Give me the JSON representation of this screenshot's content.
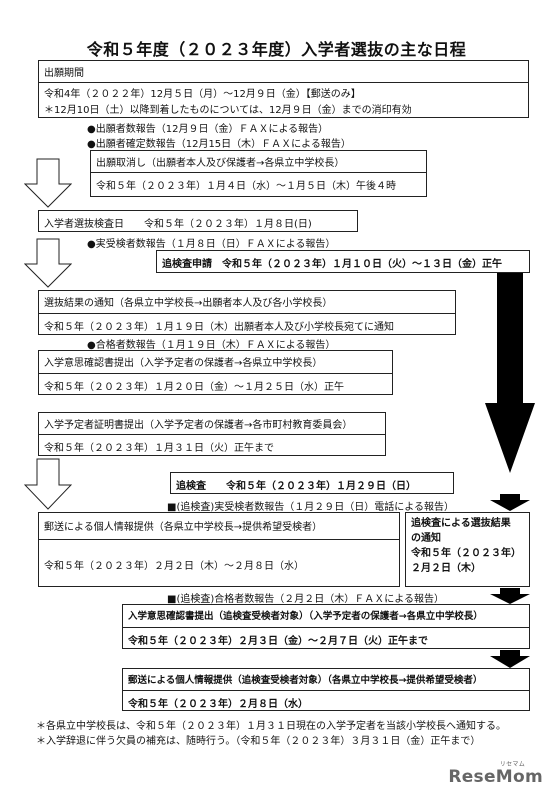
{
  "title": "令和５年度（２０２３年度）入学者選抜の主な日程",
  "application": {
    "label": "出願期間",
    "period": "令和4年（２０２２年）12月５日（月）～12月９日（金）【郵送のみ】",
    "note": "＊12月10日（土）以降到着したものについては、12月９日（金）までの消印有効"
  },
  "bullets": {
    "applicants_report": "●出願者数報告（12月９日（金）ＦＡＸによる報告）",
    "confirmed_report": "●出願者確定数報告（12月15日（木）ＦＡＸによる報告）",
    "examinees_report": "●実受検者数報告（１月８日（日）ＦＡＸによる報告）",
    "passers_report": "●合格者数報告（１月１９日（木）ＦＡＸによる報告）",
    "retest_examinees_report": "■(追検査)実受検者数報告（１月２９日（日）電話による報告）",
    "retest_passers_report": "■(追検査)合格者数報告（２月２日（木）ＦＡＸによる報告）"
  },
  "withdrawal": {
    "label": "出願取消し（出願者本人及び保護者→各県立中学校長）",
    "period": "令和５年（２０２３年）１月４日（水）～１月５日（木）午後４時"
  },
  "exam_day": {
    "text": "入学者選抜検査日　　令和５年（２０２３年）１月８日(日)"
  },
  "retest_application": {
    "text": "追検査申請　令和５年（２０２３年）１月１０日（火）～１３日（金）正午"
  },
  "results_notice": {
    "label": "選抜結果の通知（各県立中学校長→出願者本人及び各小学校長）",
    "detail": "令和５年（２０２３年）１月１９日（木）出願者本人及び小学校長宛てに通知"
  },
  "intent_confirm": {
    "label": "入学意思確認書提出（入学予定者の保護者→各県立中学校長）",
    "period": "令和５年（２０２３年）１月２０日（金）～１月２５日（水）正午"
  },
  "certificate": {
    "label": "入学予定者証明書提出（入学予定者の保護者→各市町村教育委員会）",
    "deadline": "令和５年（２０２３年）１月３１日（火）正午まで"
  },
  "retest_day": {
    "text": "追検査　　令和５年（２０２３年）１月２９日（日）"
  },
  "personal_info": {
    "label": "郵送による個人情報提供（各県立中学校長→提供希望受検者）",
    "period": "令和５年（２０２３年）２月２日（木）～２月８日（水）"
  },
  "retest_results": {
    "line1": "追検査による選抜結果",
    "line2": "の通知",
    "line3": "令和５年（２０２３年）",
    "line4": "２月２日（木）"
  },
  "retest_intent": {
    "label": "入学意思確認書提出（追検査受検者対象）（入学予定者の保護者→各県立中学校長）",
    "period": "令和５年（２０２３年）２月３日（金）～２月７日（火）正午まで"
  },
  "retest_personal_info": {
    "label": "郵送による個人情報提供（追検査受検者対象）（各県立中学校長→提供希望受検者）",
    "date": "令和５年（２０２３年）２月８日（水）"
  },
  "footnotes": [
    "＊各県立中学校長は、令和５年（２０２３年）１月３１日現在の入学予定者を当該小学校長へ通知する。",
    "＊入学辞退に伴う欠員の補充は、随時行う。（令和５年（２０２３年）３月３１日（金）正午まで）"
  ],
  "watermark": {
    "brand": "ReseMom",
    "ruby": "リセマム"
  }
}
